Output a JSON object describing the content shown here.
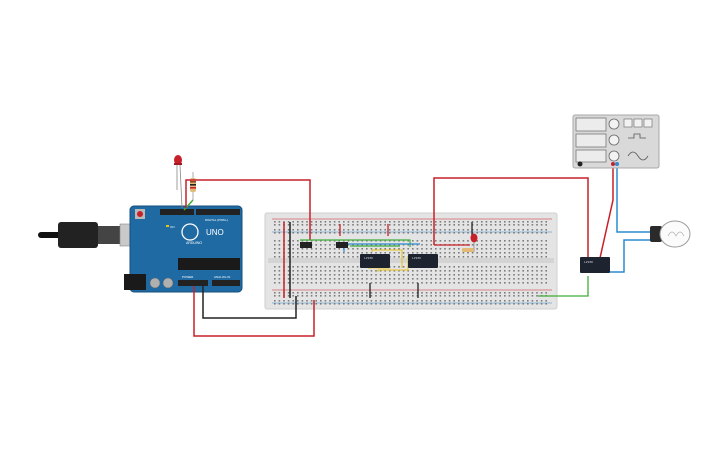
{
  "arduino": {
    "model_label": "UNO",
    "brand_label": "ARDUINO",
    "digital_label": "DIGITAL (PWM~)",
    "power_label": "POWER",
    "analog_label": "ANALOG IN",
    "on_label": "ON"
  },
  "chips": [
    {
      "label": "L293D"
    },
    {
      "label": "L293D"
    },
    {
      "label": "L293D"
    }
  ],
  "colors": {
    "arduino_blue": "#1f6aa3",
    "breadboard": "#e4e4e4",
    "wire_red": "#c8202a",
    "wire_black": "#222222",
    "wire_green": "#3fae3a",
    "wire_blue": "#2a8bd0",
    "wire_yellow": "#e8c31d",
    "led_red": "#c8202a",
    "chip_dark": "#1e2330"
  },
  "icons": {
    "usb_cable": "usb-plug-icon",
    "bulb": "light-bulb-icon",
    "function_generator": "function-generator-icon",
    "led": "led-icon",
    "resistor": "resistor-icon"
  }
}
